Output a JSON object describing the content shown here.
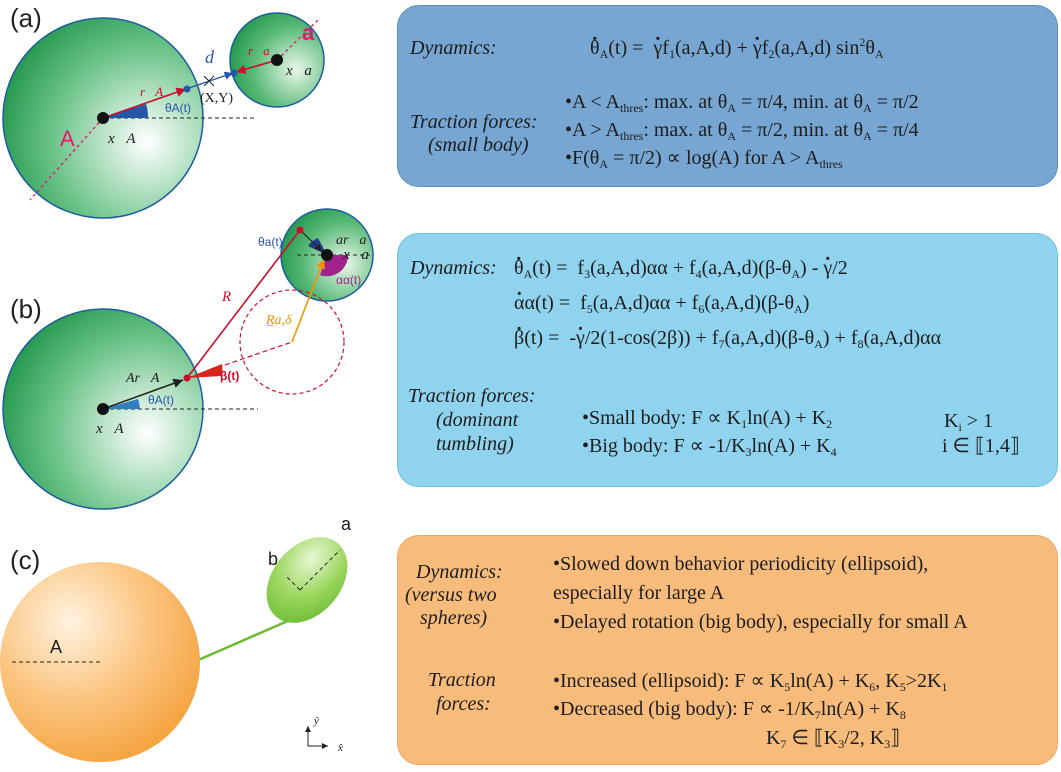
{
  "panel_labels": {
    "a": "(a)",
    "b": "(b)",
    "c": "(c)"
  },
  "figure_a": {
    "big_label": "A",
    "small_label": "a",
    "d_label": "d",
    "xy_label": "(X,Y)",
    "theta_label": "θA(t)",
    "xA": "x⃗A",
    "xa": "x⃗a",
    "rA": "r⃗A",
    "ra": "r⃗a"
  },
  "figure_b": {
    "theta_a_label": "θa(t)",
    "a_ra_label": "ar⃗a",
    "alpha_label": "αα(t)",
    "R_label": "R⃗",
    "beta_label": "β(t)",
    "Ra_label": "R̲a,δ⃗",
    "A_rA_label": "Ar⃗A",
    "thetaA_label": "θA(t)",
    "xA": "x⃗A",
    "xa": "x⃗a"
  },
  "figure_c": {
    "A_label": "A",
    "a_label": "a",
    "b_label": "b",
    "y_axis": "ŷ",
    "x_axis": "x̂"
  },
  "box_a": {
    "dynamics_label": "Dynamics:",
    "traction_label_1": "Traction forces:",
    "traction_label_2": "(small body)",
    "bullet_prefix": "•",
    "l1_a": "A < A",
    "l1_b": "thres",
    "l1_c": ": max. at θ",
    "l1_d": "A",
    "l1_e": " = π/4, min. at θ",
    "l1_f": "A",
    "l1_g": " = π/2",
    "l2_a": "A > A",
    "l2_b": "thres",
    "l2_c": ": max. at θ",
    "l2_d": "A",
    "l2_e": " = π/2, min. at θ",
    "l2_f": "A",
    "l2_g": " = π/4",
    "l3_a": "F(θ",
    "l3_b": "A",
    "l3_c": " = π/2) ∝ log(A) for A > A",
    "l3_d": "thres"
  },
  "box_b": {
    "dynamics_label": "Dynamics:",
    "traction_label_1": "Traction forces:",
    "traction_label_2": "(dominant",
    "traction_label_3": "tumbling)",
    "small_a": "•Small body: F ∝ K",
    "small_b": "1",
    "small_c": "ln(A) + K",
    "small_d": "2",
    "big_a": "•Big body: F ∝ -1/K",
    "big_b": "3",
    "big_c": "ln(A) + K",
    "big_d": "4",
    "ki_a": "K",
    "ki_b": "i",
    "ki_c": " > 1",
    "i_range": "i ∈ ⟦1,4⟧"
  },
  "box_c": {
    "dynamics_label_1": "Dynamics:",
    "dynamics_label_2": "(versus two",
    "dynamics_label_3": "spheres)",
    "d1": "•Slowed down behavior periodicity (ellipsoid),",
    "d2": "especially for large A",
    "d3": "•Delayed rotation (big body), especially for small A",
    "traction_label_1": "Traction",
    "traction_label_2": "forces:",
    "inc_a": "•Increased (ellipsoid): F ∝ K",
    "inc_b": "5",
    "inc_c": "ln(A) + K",
    "inc_d": "6",
    "inc_e": ",   K",
    "inc_f": "5",
    "inc_g": ">2K",
    "inc_h": "1",
    "dec_a": "•Decreased (big body): F ∝ -1/K",
    "dec_b": "7",
    "dec_c": "ln(A) + K",
    "dec_d": "8",
    "k7_a": "K",
    "k7_b": "7",
    "k7_c": " ∈ ⟦K",
    "k7_d": "3",
    "k7_e": "/2, K",
    "k7_f": "3",
    "k7_g": "⟧"
  },
  "colors": {
    "box_a": "#76a6d1",
    "box_b": "#8fd3ee",
    "box_c": "#f7bb7b",
    "sphere_green": "#1f9c4a",
    "sphere_orange": "#f5a646",
    "ellipsoid_green": "#7ccb3c",
    "vector_red": "#c8102e",
    "vector_orange": "#f39200",
    "angle_blue": "#2457a6",
    "angle_purple": "#a0248c",
    "label_pink": "#d6226d"
  }
}
